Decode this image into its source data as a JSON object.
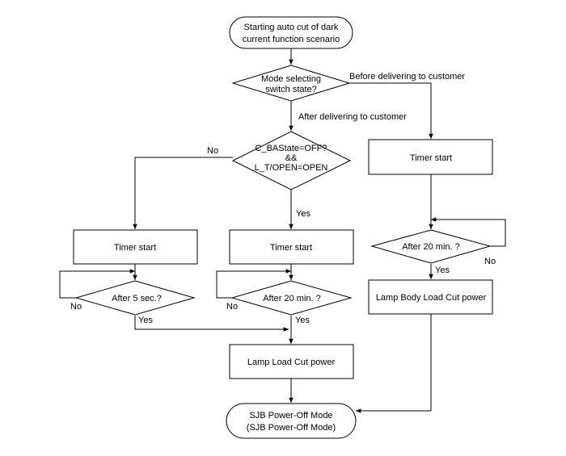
{
  "start": {
    "line1": "Starting auto cut of dark",
    "line2": "current function scenario"
  },
  "mode_decision": {
    "line1": "Mode selecting",
    "line2": "switch state?"
  },
  "labels": {
    "before_delivery": "Before delivering to customer",
    "after_delivery": "After delivering to customer",
    "no": "No",
    "yes": "Yes"
  },
  "condition_decision": {
    "line1": "C_BAState=OFF?",
    "line2": "&&",
    "line3": "L_T/OPEN=OPEN"
  },
  "timer_start": "Timer start",
  "after_5_sec": "After 5 sec.?",
  "after_20_min": "After 20 min. ?",
  "lamp_load_cut": "Lamp Load Cut power",
  "lamp_body_load_cut": "Lamp Body Load Cut power",
  "end": {
    "line1": "SJB Power-Off Mode",
    "line2": "(SJB Power-Off Mode)"
  }
}
